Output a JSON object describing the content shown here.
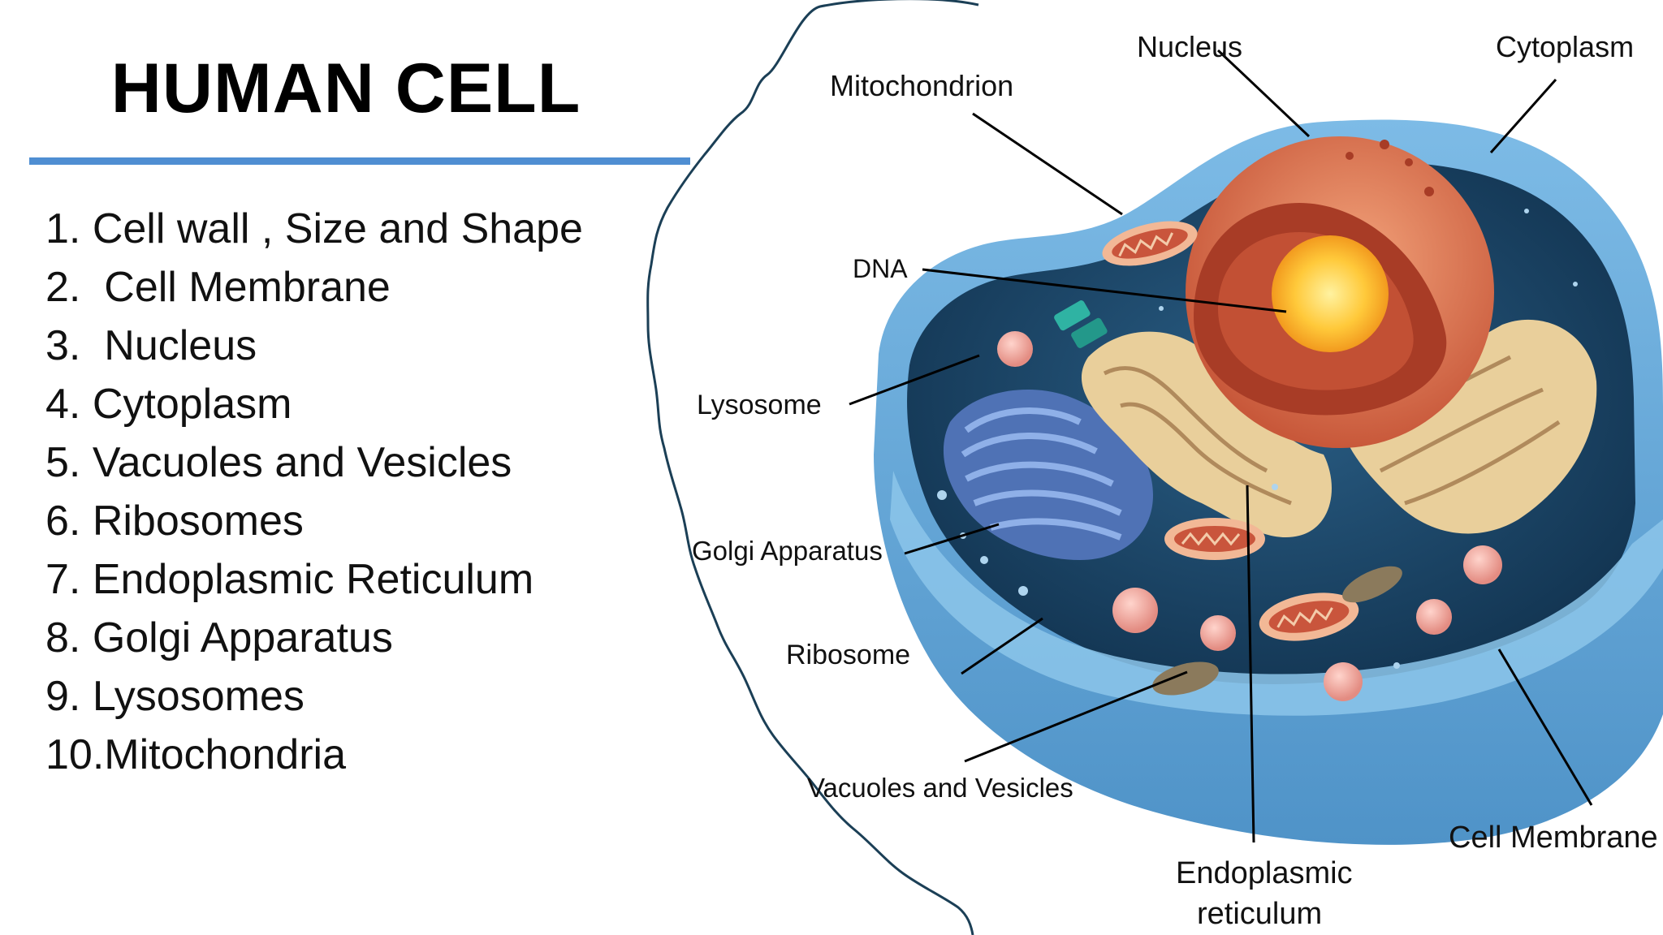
{
  "slide": {
    "title": "HUMAN CELL",
    "accent_color": "#4f8ed2"
  },
  "topics": [
    "1. Cell wall , Size and Shape",
    "2.  Cell Membrane",
    "3.  Nucleus",
    "4. Cytoplasm",
    "5. Vacuoles and Vesicles",
    "6. Ribosomes",
    "7. Endoplasmic Reticulum",
    "8. Golgi Apparatus",
    "9. Lysosomes",
    "10.Mitochondria"
  ],
  "diagram": {
    "labels": {
      "nucleus": "Nucleus",
      "cytoplasm": "Cytoplasm",
      "mitochondrion": "Mitochondrion",
      "dna": "DNA",
      "lysosome": "Lysosome",
      "golgi": "Golgi Apparatus",
      "ribosome": "Ribosome",
      "vacuoles": "Vacuoles and Vesicles",
      "er_line1": "Endoplasmic",
      "er_line2": "reticulum",
      "membrane": "Cell Membrane"
    },
    "colors": {
      "membrane": "#6aaad8",
      "cytoplasm": "#17405f",
      "nucleus": "#e8865a",
      "nucleolus": "#ffcc3a",
      "golgi": "#5b80c4",
      "er": "#e9cf9b",
      "mitochondria": "#d96a4a",
      "lysosome": "#eaa09a",
      "outline": "#1b3f56"
    }
  }
}
